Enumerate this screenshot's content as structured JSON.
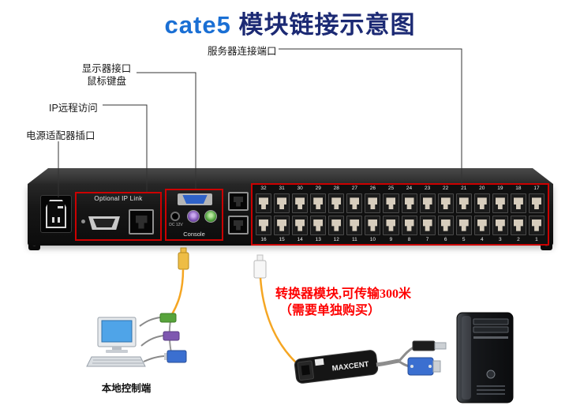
{
  "title": {
    "brand": "cate5",
    "text": " 模块链接示意图"
  },
  "callouts": {
    "server": "服务器连接端口",
    "monitor_line1": "显示器接口",
    "monitor_line2": "鼠标键盘",
    "ip": "IP远程访问",
    "power": "电源适配器插口"
  },
  "device": {
    "ip_link_label": "Optional IP Link",
    "console_label": "Console",
    "dc_label": "DC 12V",
    "ports_top": [
      "32",
      "31",
      "30",
      "29",
      "28",
      "27",
      "26",
      "25",
      "24",
      "23",
      "22",
      "21",
      "20",
      "19",
      "18",
      "17"
    ],
    "ports_bottom": [
      "16",
      "15",
      "14",
      "13",
      "12",
      "11",
      "10",
      "9",
      "8",
      "7",
      "6",
      "5",
      "4",
      "3",
      "2",
      "1"
    ]
  },
  "footer": {
    "local_label": "本地控制端",
    "note_line1": "转换器模块,可传输300米",
    "note_line2": "（需要单独购买）",
    "module_label": "MAXCENT"
  },
  "colors": {
    "brand_blue": "#1a6fd4",
    "title_navy": "#1c2a74",
    "note_red": "#fe0000",
    "outline_red": "#cc0000"
  }
}
